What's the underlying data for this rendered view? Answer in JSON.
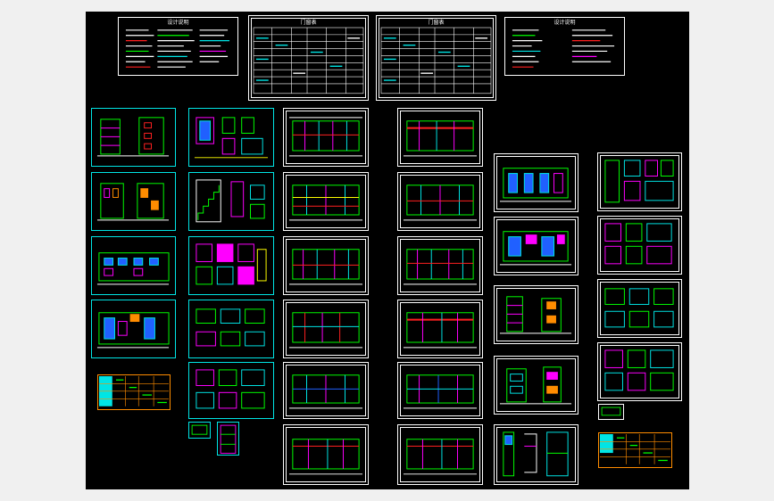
{
  "drawing": {
    "background_color": "#000000",
    "frame_color": "#ffffff",
    "sheet_border_color": "#00e5e5",
    "palette": [
      "#00ff00",
      "#ff00ff",
      "#00e5e5",
      "#ff2020",
      "#ffff00",
      "#2060ff",
      "#ffffff",
      "#ff8c00"
    ]
  },
  "notes_sheets": [
    {
      "title": "设计说明"
    },
    {
      "title": "设计说明"
    }
  ],
  "schedule_sheets": [
    {
      "title": "门窗表"
    },
    {
      "title": "门窗表"
    }
  ]
}
